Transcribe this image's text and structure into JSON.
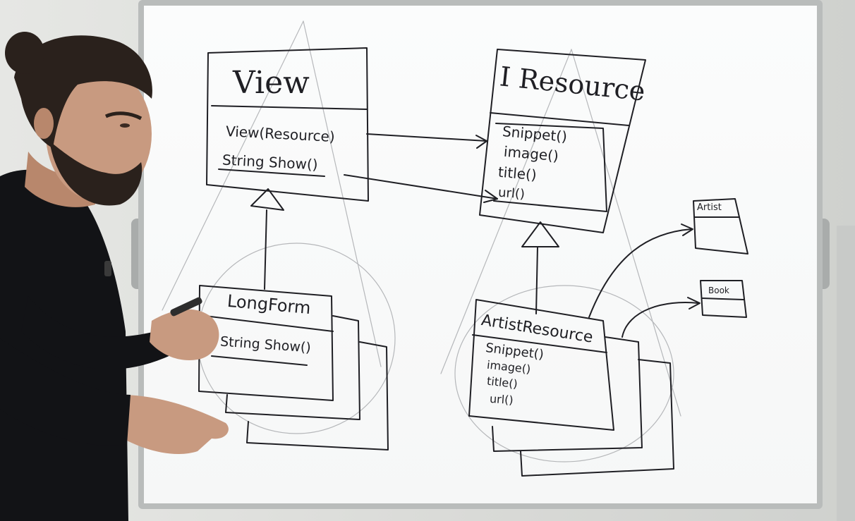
{
  "whiteboard": {
    "view_box": {
      "title": "View",
      "methods": [
        "View(Resource)",
        "String Show()"
      ]
    },
    "iresource_box": {
      "title": "I Resource",
      "methods": [
        "Snippet()",
        "image()",
        "title()",
        "url()"
      ]
    },
    "longform_box": {
      "title": "LongForm",
      "methods": [
        "String Show()"
      ]
    },
    "artistresource_box": {
      "title": "ArtistResource",
      "methods": [
        "Snippet()",
        "image()",
        "title()",
        "url()"
      ]
    },
    "artist_box": {
      "title": "Artist"
    },
    "book_box": {
      "title": "Book"
    }
  },
  "colors": {
    "ink": "#1f1f24",
    "board": "#f8f9f9",
    "frame": "#b9bcbb",
    "shirt": "#121316",
    "skin": "#c89a80",
    "hair": "#2a211c"
  }
}
